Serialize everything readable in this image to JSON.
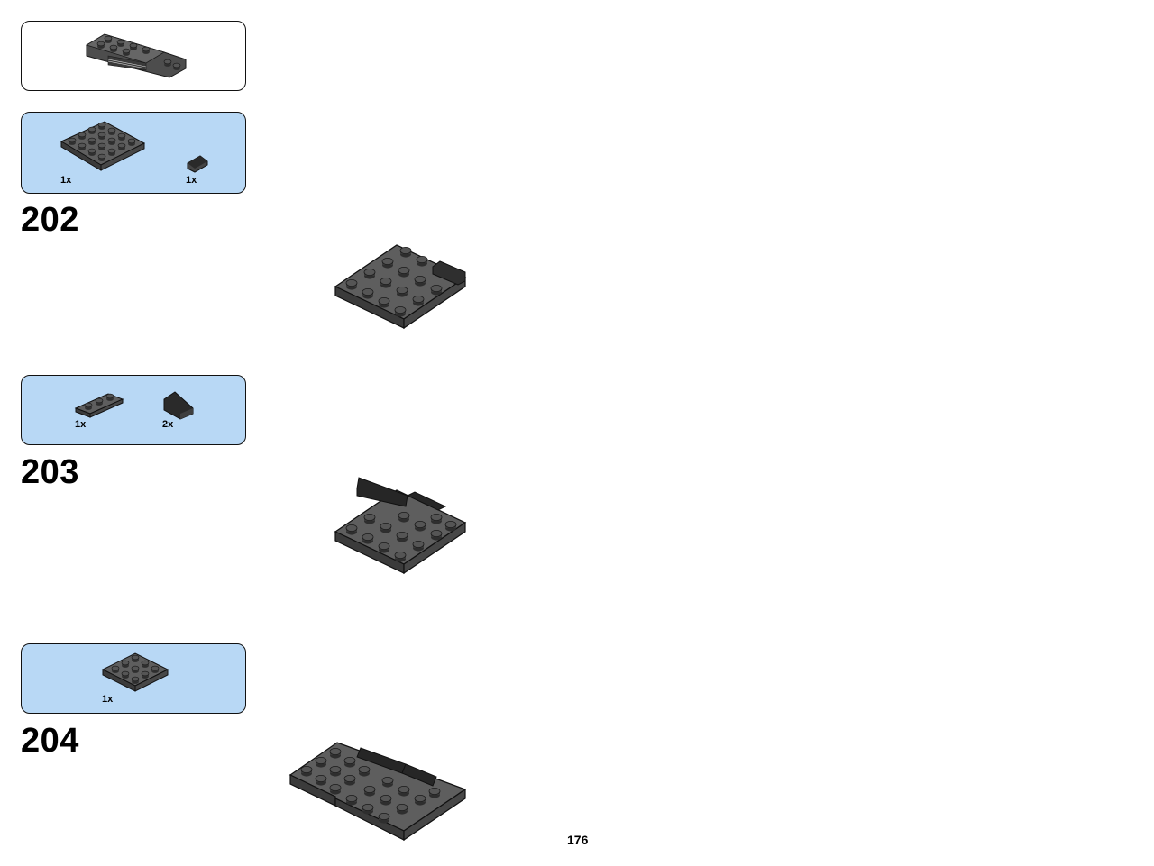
{
  "page_number": "176",
  "steps": [
    {
      "number": "202",
      "parts": [
        {
          "qty": "1x",
          "part": "plate-4x4"
        },
        {
          "qty": "1x",
          "part": "slope-small"
        }
      ]
    },
    {
      "number": "203",
      "parts": [
        {
          "qty": "1x",
          "part": "plate-jumper-1x3"
        },
        {
          "qty": "2x",
          "part": "slope-1x2"
        }
      ]
    },
    {
      "number": "204",
      "parts": [
        {
          "qty": "1x",
          "part": "plate-3x3"
        }
      ]
    }
  ],
  "colors": {
    "parts_box": "#b8d8f5",
    "brick_dark": "#4a4a4a",
    "brick_top": "#5c5c5c",
    "outline": "#111111"
  }
}
